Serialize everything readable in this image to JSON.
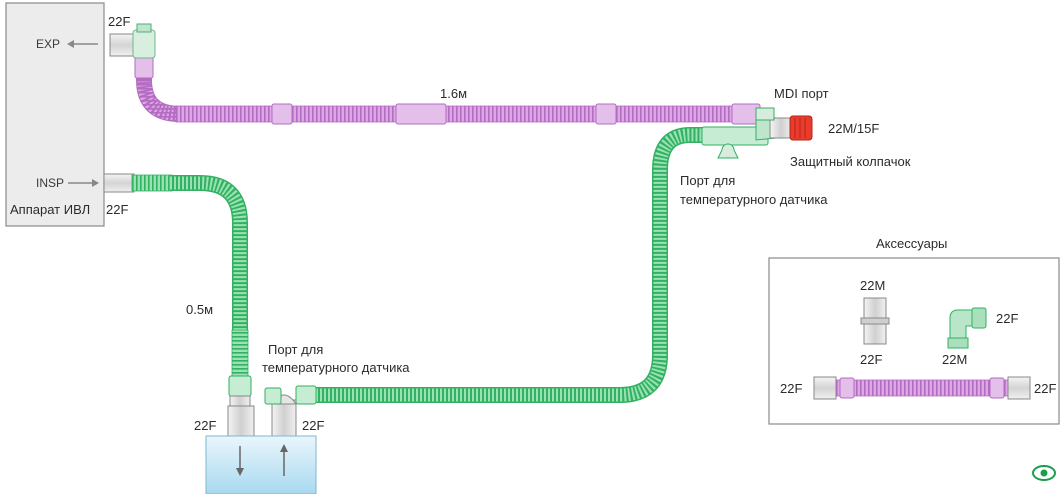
{
  "ventilator": {
    "name": "Аппарат ИВЛ",
    "exp_label": "EXP",
    "insp_label": "INSP",
    "connector_exp": "22F",
    "connector_insp": "22F"
  },
  "tubes": {
    "purple_length": "1.6м",
    "green_short_length": "0.5м"
  },
  "ports": {
    "mdi": "MDI порт",
    "cap_connector": "22M/15F",
    "cap": "Защитный колпачок",
    "temp_upper_line1": "Порт для",
    "temp_upper_line2": "температурного датчика",
    "temp_lower_line1": "Порт для",
    "temp_lower_line2": "температурного датчика"
  },
  "humidifier": {
    "left_connector": "22F",
    "right_connector": "22F"
  },
  "accessories": {
    "title": "Аксессуары",
    "straight_top": "22M",
    "straight_bottom": "22F",
    "elbow_right": "22F",
    "elbow_bottom": "22M",
    "hose_left": "22F",
    "hose_right": "22F"
  },
  "icons": [
    "eye-icon"
  ],
  "colors": {
    "purple_tube": "#d9a6e2",
    "purple_rib": "#b772c6",
    "green_tube": "#8fdba9",
    "green_rib": "#36b667",
    "red_cap": "#ea3b2c",
    "box_border": "#8a8a8a",
    "box_fill": "#ededed",
    "water": "#cfe9f6"
  }
}
